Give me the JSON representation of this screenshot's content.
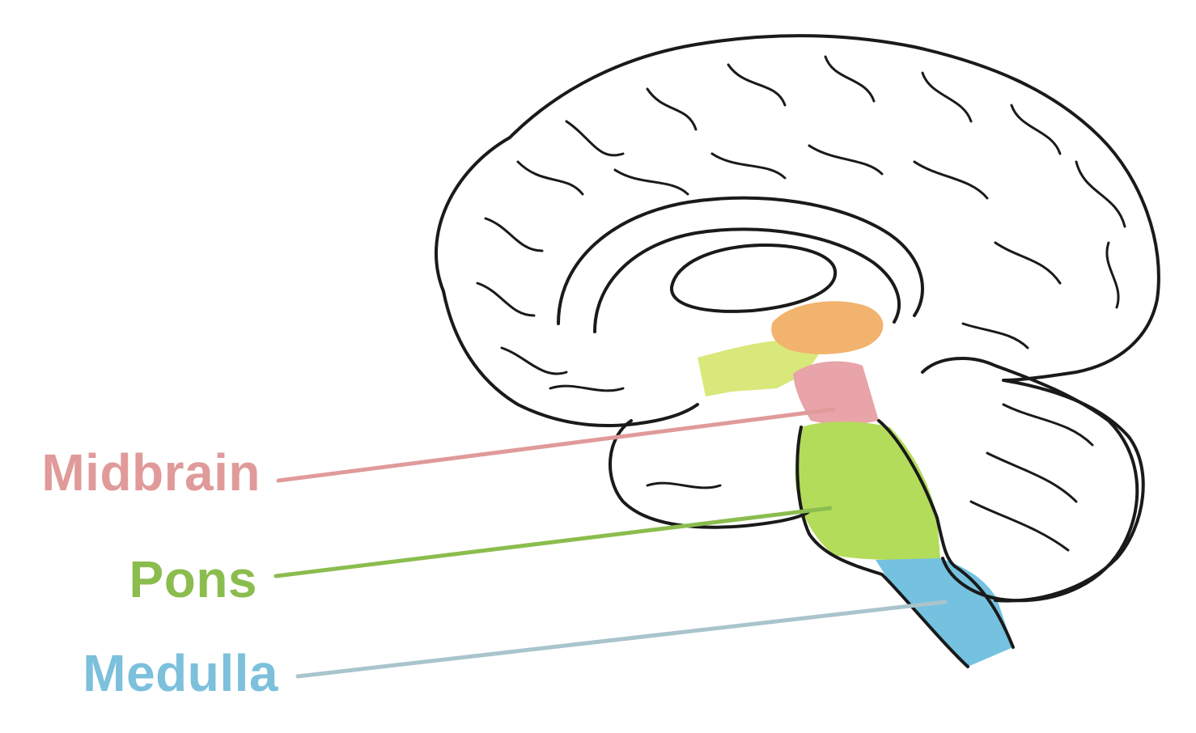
{
  "labels": {
    "midbrain": "Midbrain",
    "pons": "Pons",
    "medulla": "Medulla"
  },
  "colors": {
    "background": "#ffffff",
    "outline": "#1a1a1a",
    "midbrain_label": "#e09a9a",
    "midbrain_fill": "#e8a4a8",
    "pons_label": "#8bbd4e",
    "pons_fill": "#b3dc5a",
    "medulla_label": "#7cc0dc",
    "medulla_fill": "#74c2e0",
    "thalamus_fill": "#f2b36e",
    "hypothalamus_fill": "#d9e87a",
    "medulla_leader": "#a9c4cc"
  }
}
